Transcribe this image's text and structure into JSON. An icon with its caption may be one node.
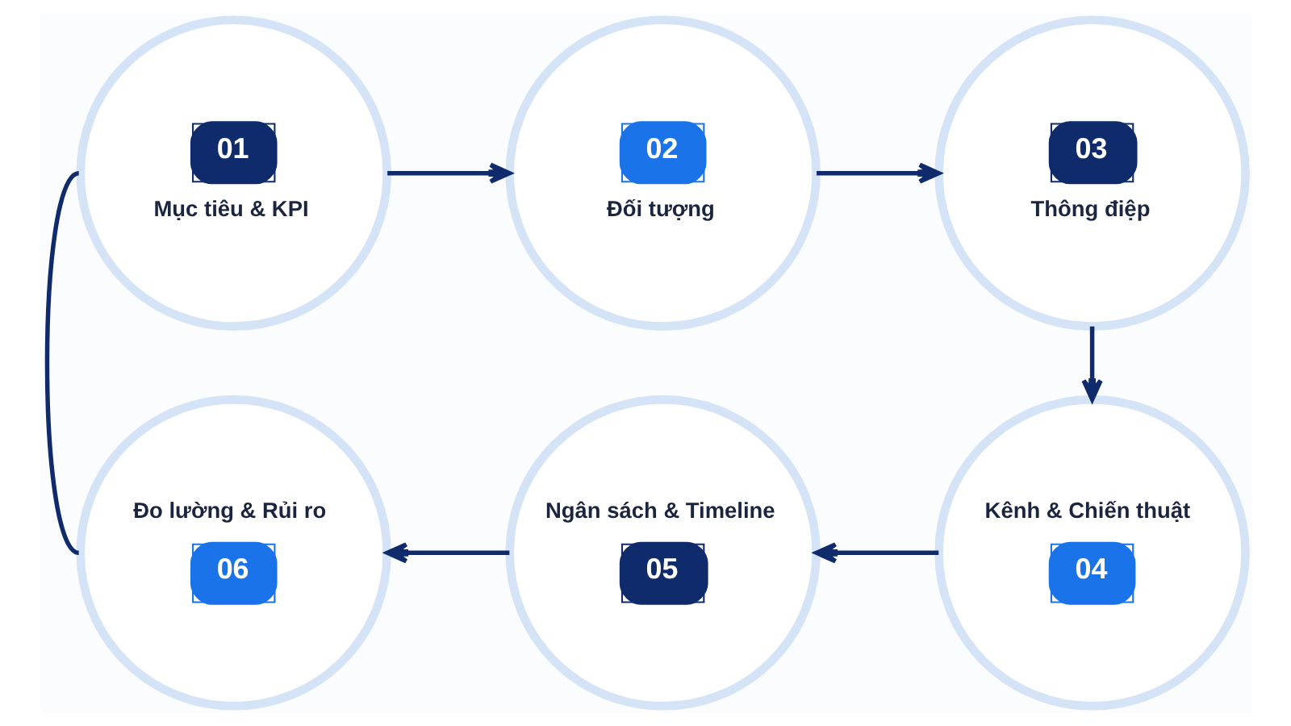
{
  "diagram": {
    "nodes": [
      {
        "text": [
          "01",
          "Mục tiêu & KPI"
        ]
      },
      {
        "text": [
          "02",
          "Đối tượng"
        ]
      },
      {
        "text": [
          "03",
          "Thông điệp"
        ]
      },
      {
        "text": [
          "Kênh & Chiến thuật",
          "04"
        ]
      },
      {
        "text": [
          "Ngân sách & Timeline",
          "05"
        ]
      },
      {
        "text": [
          "Đo lường & Rủi ro",
          "06"
        ]
      }
    ],
    "edges": [
      {
        "from": 0,
        "to": 1,
        "arrow": "to"
      },
      {
        "from": 1,
        "to": 2,
        "arrow": "to"
      },
      {
        "from": 2,
        "to": 3,
        "arrow": "to"
      },
      {
        "from": 3,
        "to": 4,
        "arrow": "to"
      },
      {
        "from": 4,
        "to": 5,
        "arrow": "to"
      },
      {
        "from": 5,
        "to": 0,
        "arrow": "none"
      }
    ]
  }
}
